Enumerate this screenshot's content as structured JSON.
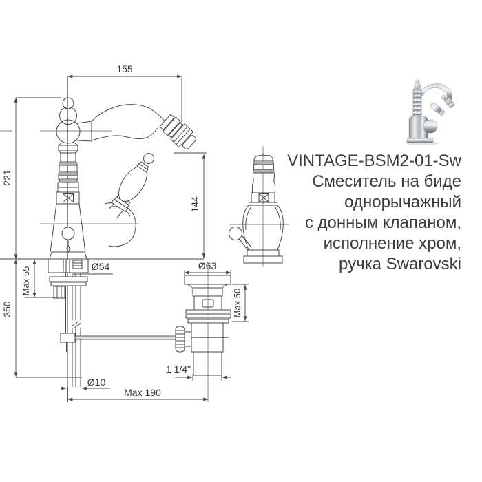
{
  "product": {
    "model": "VINTAGE-BSM2-01-Sw",
    "description_lines": [
      "Смеситель на биде",
      "однорычажный",
      "с донным клапаном,",
      "исполнение хром,",
      "ручка Swarovski"
    ]
  },
  "drawing": {
    "dimensions": {
      "spout_reach": "155",
      "body_height": "221",
      "spout_outlet_height": "144",
      "deck_max_thickness": "Max 55",
      "supply_length": "350",
      "base_diameter": "Ø54",
      "drain_flange_diameter": "Ø63",
      "drain_max_thickness": "Max 50",
      "drain_thread": "1 1/4\"",
      "pipe_diameter": "Ø10",
      "max_projection": "Max 190"
    }
  },
  "colors": {
    "line": "#474747",
    "text": "#3b3b3b",
    "shade_band": "#b2b2b2",
    "background": "#ffffff"
  }
}
